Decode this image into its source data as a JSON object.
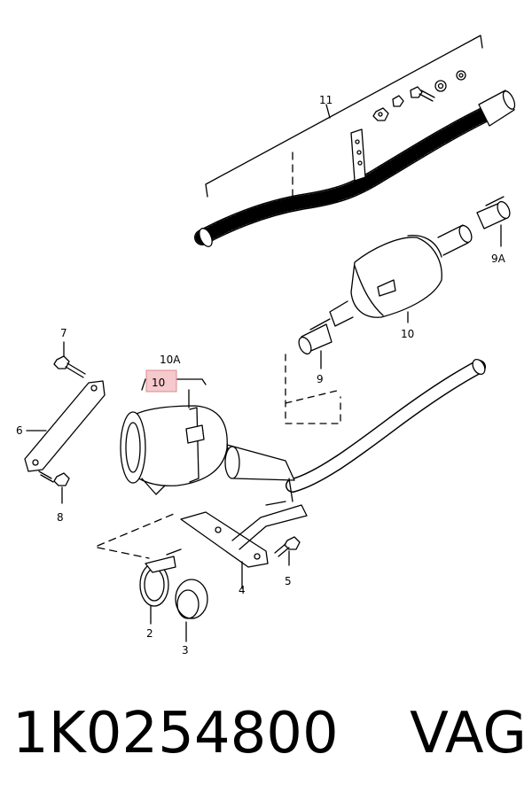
{
  "callouts": {
    "c11": "11",
    "c10a": "10A",
    "c10_highlight": "10",
    "c10_right": "10",
    "c9a": "9A",
    "c9": "9",
    "c7": "7",
    "c6": "6",
    "c8": "8",
    "c4": "4",
    "c5": "5",
    "c2": "2",
    "c3": "3"
  },
  "caption": {
    "part_number": "1K0254800",
    "maker": "VAG"
  },
  "colors": {
    "line": "#000000",
    "highlight_fill": "#f6c9cc",
    "highlight_stroke": "#d98a90"
  }
}
